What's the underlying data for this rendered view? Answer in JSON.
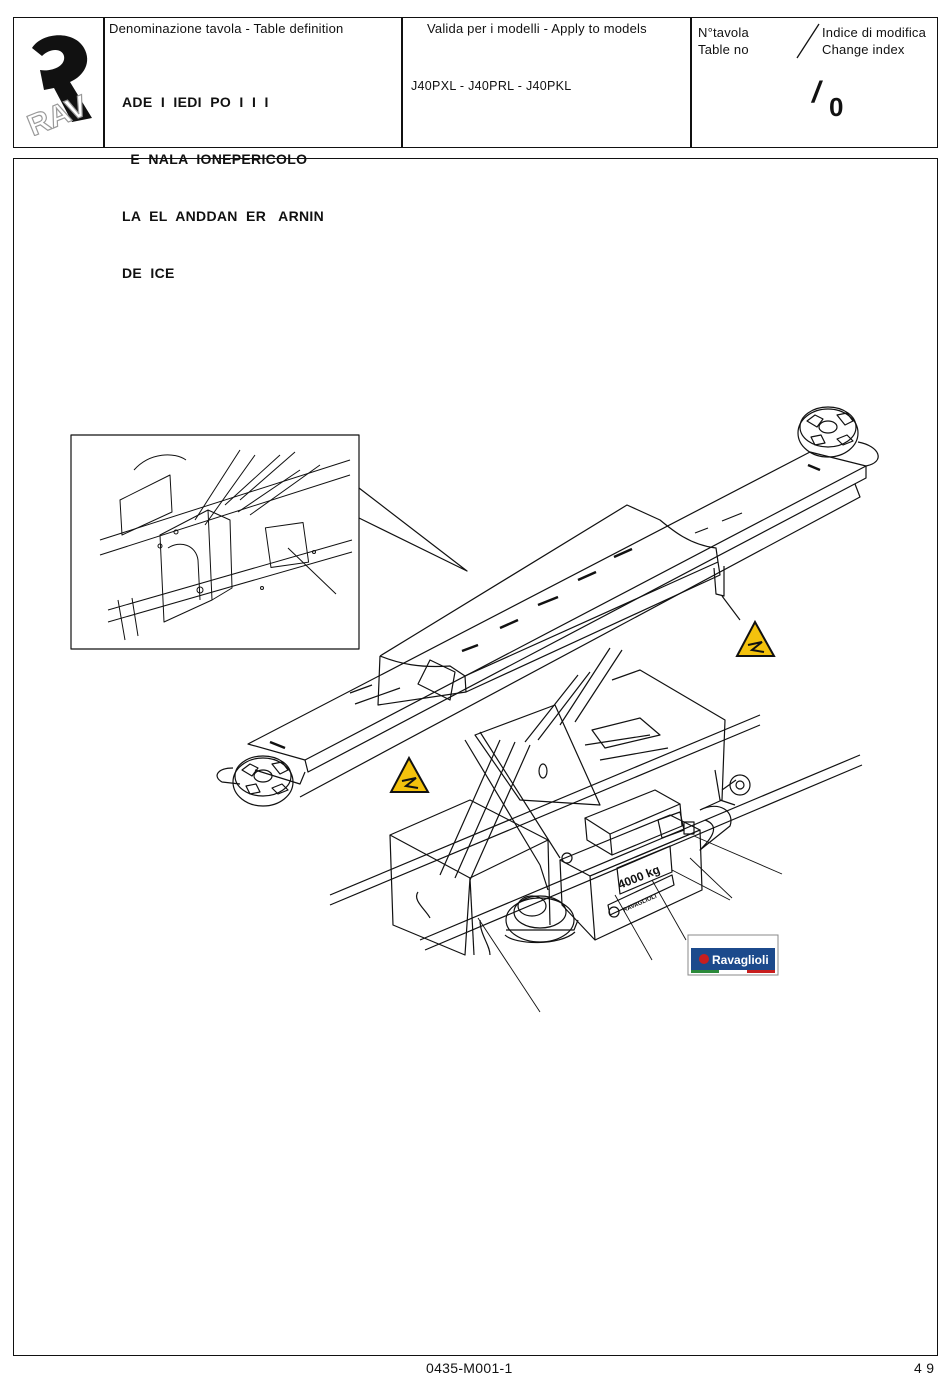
{
  "header": {
    "logo_text": "RAV",
    "table_definition_label": "Denominazione tavola - Table definition",
    "title_lines": [
      "ADE  I  IEDI  PO  I  I  I",
      "  E  NALA  IONEPERICOLO",
      "LA  EL  ANDDAN  ER   ARNIN",
      "DE  ICE"
    ],
    "models_label": "Valida per i modelli - Apply to models",
    "models_value": "J40PXL - J40PRL - J40PKL",
    "table_no_label_it": "N°tavola",
    "table_no_label_en": "Table no",
    "change_index_label_it": "Indice di modifica",
    "change_index_label_en": "Change index",
    "table_no_value": "/",
    "change_index_value": "0"
  },
  "drawing": {
    "plate_text": "4000 kg",
    "brand_plate_text": "RAVAGLIOLI",
    "brand_label_text": "Ravaglioli"
  },
  "footer": {
    "document_code": "0435-M001-1",
    "page_number": "4 9"
  }
}
